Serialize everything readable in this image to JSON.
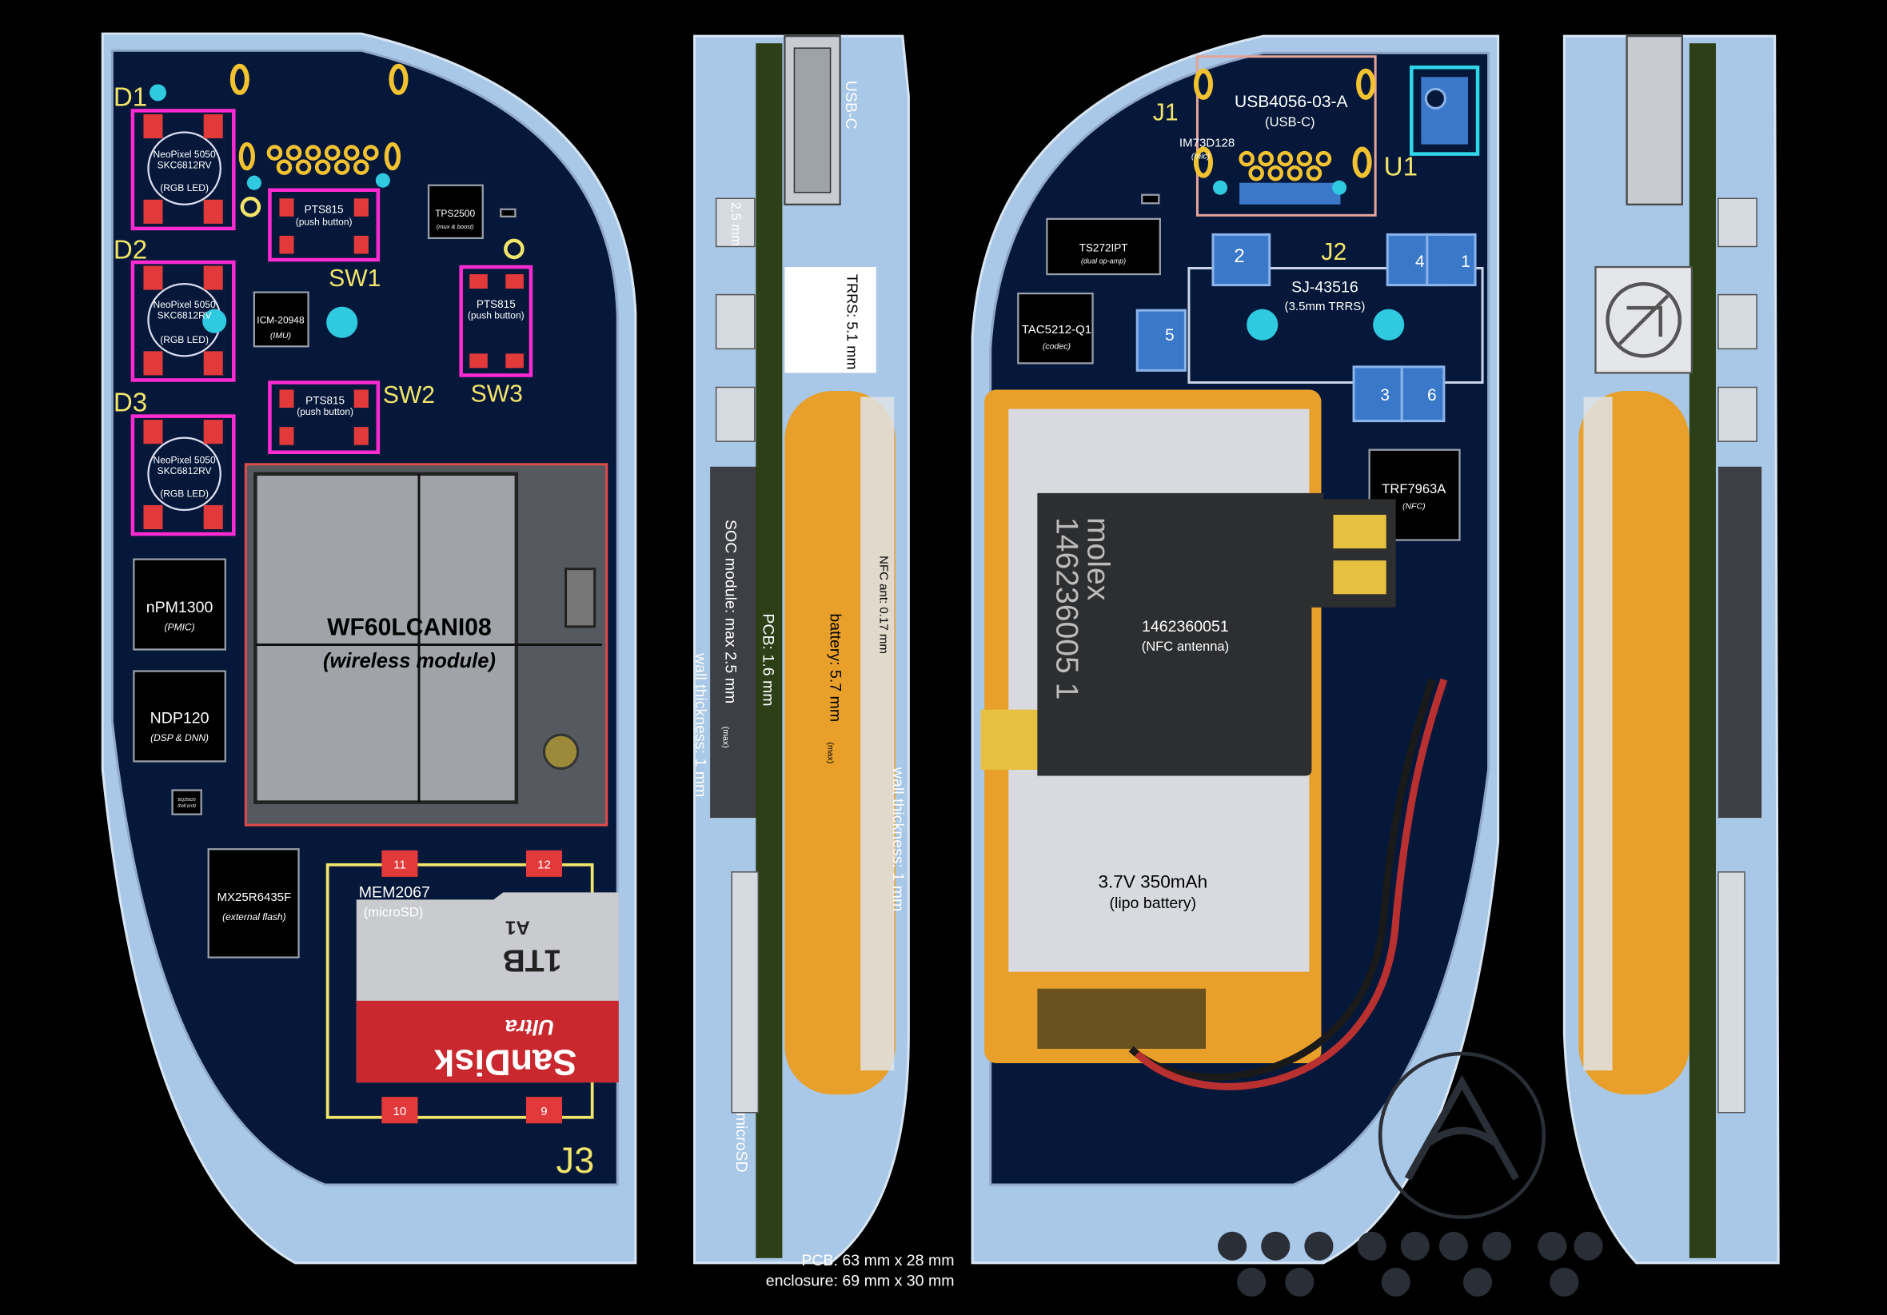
{
  "colors": {
    "background": "#000000",
    "enclosure": "#a9c7e6",
    "pcb": "#06183a",
    "silkscreen": "#f2e46a",
    "pad": "#e23a3a",
    "highlight": "#ff2ad2",
    "battery": "#e8a02a",
    "board_edge_green": "#2c3f16"
  },
  "front": {
    "led_labels": [
      "D1",
      "D2",
      "D3"
    ],
    "led_part": "NeoPixel 5050",
    "led_model": "SKC6812RV",
    "led_desc": "(RGB LED)",
    "sw1": "SW1",
    "sw2": "SW2",
    "sw3": "SW3",
    "button_part": "PTS815",
    "button_desc": "(push button)",
    "tps_part": "TPS2500",
    "tps_desc": "(mux & boost)",
    "imu_part": "ICM-20948",
    "imu_desc": "(IMU)",
    "pmic_part": "nPM1300",
    "pmic_desc": "(PMIC)",
    "dsp_part": "NDP120",
    "dsp_desc": "(DSP & DNN)",
    "flash_part": "MX25R6435F",
    "flash_desc": "(external flash)",
    "tiny_part": "BQ25620",
    "tiny_desc": "(batt prot)",
    "module_part": "WF60LCANI08",
    "module_desc": "(wireless module)",
    "sd_part": "MEM2067",
    "sd_desc": "(microSD)",
    "sd_pins": [
      "11",
      "12",
      "10",
      "9"
    ],
    "j3": "J3",
    "sd_card": {
      "brand": "SanDisk",
      "line": "Ultra",
      "capacity": "1TB",
      "class": "A1"
    }
  },
  "side1": {
    "usbc": "USB-C",
    "usbc_dim": "2.5 mm",
    "trrs": "TRRS: 5.1 mm",
    "soc": "SOC module: max 2.5 mm",
    "soc_max": "(max)",
    "wall": "wall thickness: 1 mm",
    "pcb": "PCB: 1.6 mm",
    "battery": "battery: 5.7 mm",
    "battery_max": "(max)",
    "nfc": "NFC ant: 0.17 mm",
    "wall2": "wall thickness: 1 mm",
    "microsd": "microSD"
  },
  "back": {
    "j1": "J1",
    "usb_part": "USB4056-03-A",
    "usb_desc": "(USB-C)",
    "mic_part": "IM73D128",
    "mic_desc": "(mic)",
    "u1": "U1",
    "j2": "J2",
    "opamp_part": "TS272IPT",
    "opamp_desc": "(dual op-amp)",
    "jack_part": "SJ-43516",
    "jack_desc": "(3.5mm TRRS)",
    "jack_pins": [
      "2",
      "4",
      "1",
      "5",
      "3",
      "6"
    ],
    "codec_part": "TAC5212-Q1",
    "codec_desc": "(codec)",
    "nfc_part": "TRF7963A",
    "nfc_desc": "(NFC)",
    "ant_brand": "molex",
    "ant_number": "146236005 1",
    "ant_part": "1462360051",
    "ant_desc": "(NFC antenna)",
    "bat_part": "3.7V 350mAh",
    "bat_desc": "(lipo battery)"
  },
  "footer": {
    "pcb_size": "PCB: 63 mm x 28 mm",
    "enclosure_size": "enclosure: 69 mm x 30 mm"
  }
}
